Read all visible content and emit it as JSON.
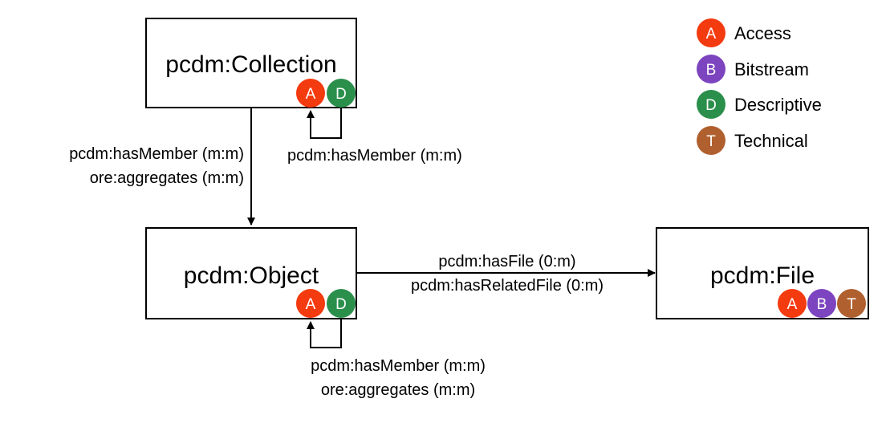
{
  "nodes": {
    "collection": {
      "label": "pcdm:Collection"
    },
    "object": {
      "label": "pcdm:Object"
    },
    "file": {
      "label": "pcdm:File"
    }
  },
  "edges": {
    "collection_to_object": {
      "line1": "pcdm:hasMember (m:m)",
      "line2": "ore:aggregates (m:m)"
    },
    "collection_self": {
      "line1": "pcdm:hasMember (m:m)"
    },
    "object_to_file": {
      "line1": "pcdm:hasFile (0:m)",
      "line2": "pcdm:hasRelatedFile (0:m)"
    },
    "object_self": {
      "line1": "pcdm:hasMember (m:m)",
      "line2": "ore:aggregates (m:m)"
    }
  },
  "badges": {
    "access": {
      "letter": "A",
      "name": "Access",
      "color": "#f43a0f"
    },
    "bitstream": {
      "letter": "B",
      "name": "Bitstream",
      "color": "#7d44bf"
    },
    "descriptive": {
      "letter": "D",
      "name": "Descriptive",
      "color": "#2b8f4c"
    },
    "technical": {
      "letter": "T",
      "name": "Technical",
      "color": "#b0602f"
    }
  }
}
